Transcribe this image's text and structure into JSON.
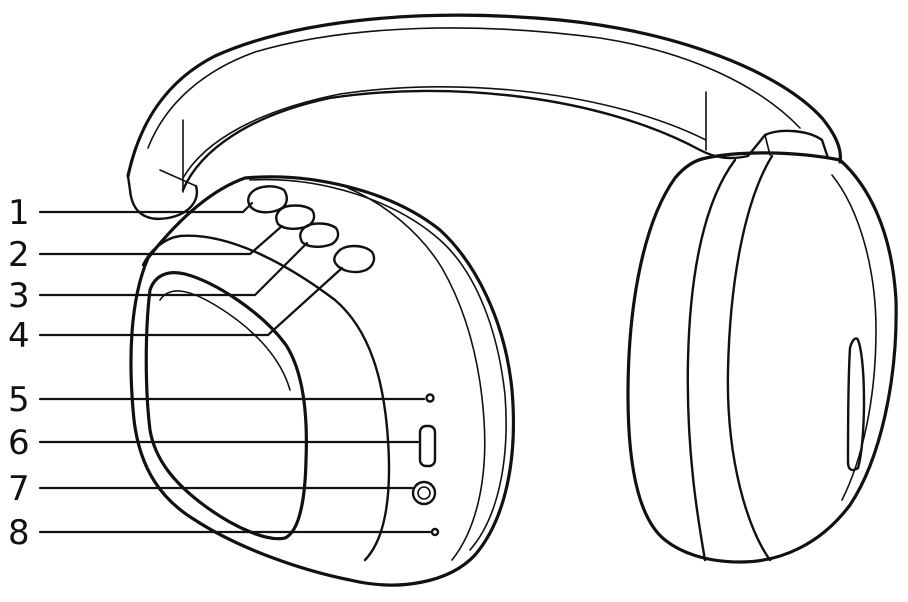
{
  "callouts": [
    {
      "id": 1,
      "label": "1"
    },
    {
      "id": 2,
      "label": "2"
    },
    {
      "id": 3,
      "label": "3"
    },
    {
      "id": 4,
      "label": "4"
    },
    {
      "id": 5,
      "label": "5"
    },
    {
      "id": 6,
      "label": "6"
    },
    {
      "id": 7,
      "label": "7"
    },
    {
      "id": 8,
      "label": "8"
    }
  ],
  "colors": {
    "ink": "#111111",
    "paper": "#ffffff"
  }
}
